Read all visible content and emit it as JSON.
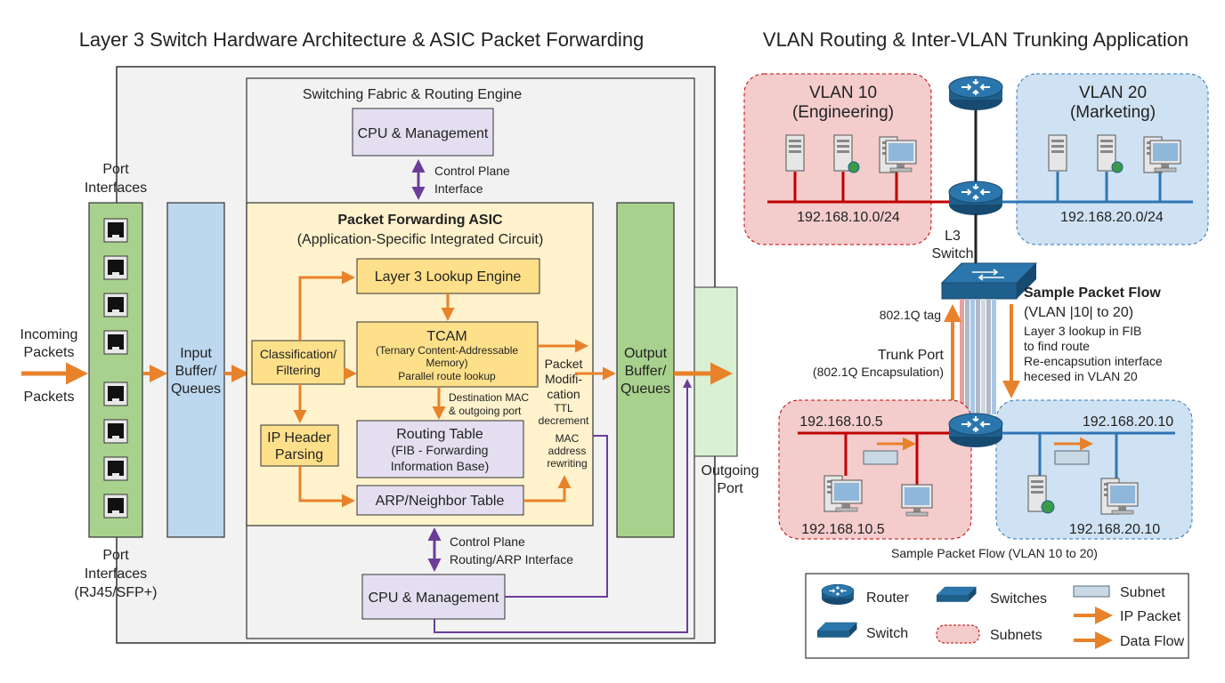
{
  "left": {
    "title": "Layer 3 Switch Hardware Architecture & ASIC Packet Forwarding",
    "fabric_label": "Switching Fabric & Routing Engine",
    "cpu_top": "CPU & Management",
    "cp_top_1": "Control Plane",
    "cp_top_2": "Interface",
    "port_top_1": "Port",
    "port_top_2": "Interfaces",
    "port_bottom_1": "Port",
    "port_bottom_2": "Interfaces",
    "port_bottom_3": "(RJ45/SFP+)",
    "incoming_1": "Incoming",
    "incoming_2": "Packets",
    "packets": "Packets",
    "input_1": "Input",
    "input_2": "Buffer/",
    "input_3": "Queues",
    "asic_title": "Packet Forwarding ASIC",
    "asic_sub": "(Application-Specific Integrated Circuit)",
    "l3_lookup": "Layer 3 Lookup Engine",
    "class_1": "Classification/",
    "class_2": "Filtering",
    "tcam_title": "TCAM",
    "tcam_1": "(Ternary Content-Addressable",
    "tcam_2": "Memory)",
    "tcam_3": "Parallel route lookup",
    "dest_1": "Destination MAC",
    "dest_2": "& outgoing port",
    "iph_1": "IP Header",
    "iph_2": "Parsing",
    "rt_1": "Routing Table",
    "rt_2": "(FIB - Forwarding",
    "rt_3": "Information Base)",
    "arp": "ARP/Neighbor Table",
    "pm_1": "Packet",
    "pm_2": "Modifi-",
    "pm_3": "cation",
    "pm_4": "TTL",
    "pm_5": "decrement",
    "pm_6": "MAC",
    "pm_7": "address",
    "pm_8": "rewriting",
    "output_1": "Output",
    "output_2": "Buffer/",
    "output_3": "Queues",
    "outgoing_1": "Outgoing",
    "outgoing_2": "Port",
    "cp_bot_1": "Control Plane",
    "cp_bot_2": "Routing/ARP Interface",
    "cpu_bottom": "CPU & Management"
  },
  "right": {
    "title": "VLAN Routing & Inter-VLAN Trunking Application",
    "vlan10_1": "VLAN 10",
    "vlan10_2": "(Engineering)",
    "vlan20_1": "VLAN 20",
    "vlan20_2": "(Marketing)",
    "subnet10": "192.168.10.0/24",
    "subnet20": "192.168.20.0/24",
    "l3_1": "L3",
    "l3_2": "Switch",
    "tag": "802.1Q tag",
    "trunk_1": "Trunk Port",
    "trunk_2": "(802.1Q Encapsulation)",
    "spf_title": "Sample Packet Flow",
    "spf_sub": "(VLAN |10| to 20)",
    "spf_1": "Layer 3 lookup in FIB",
    "spf_2": "to find route",
    "spf_3": "Re-encapsution interface",
    "spf_4": "hecesed in VLAN 20",
    "ip_a_top": "192.168.10.5",
    "ip_a_bot": "192.168.10.5",
    "ip_b_top": "192.168.20.10",
    "ip_b_bot": "192.168.20.10",
    "caption": "Sample Packet Flow (VLAN 10 to 20)"
  },
  "legend": {
    "router": "Router",
    "switches": "Switches",
    "subnet": "Subnet",
    "switch": "Switch",
    "subnets": "Subnets",
    "ip_packet": "IP Packet",
    "data_flow": "Data Flow"
  },
  "colors": {
    "orange": "#e8822a",
    "purple": "#6a3d9a",
    "green_fill": "#a9d18e",
    "blue_fill": "#bdd7ee",
    "asic_fill": "#fff2cc",
    "lavender": "#e4dff0",
    "yellow_box": "#ffe08a",
    "vlan_red": "#f4cccc",
    "vlan_blue": "#cfe2f3",
    "device_blue": "#1f5f8b",
    "red_line": "#c00000",
    "blue_line": "#2e75b6"
  }
}
